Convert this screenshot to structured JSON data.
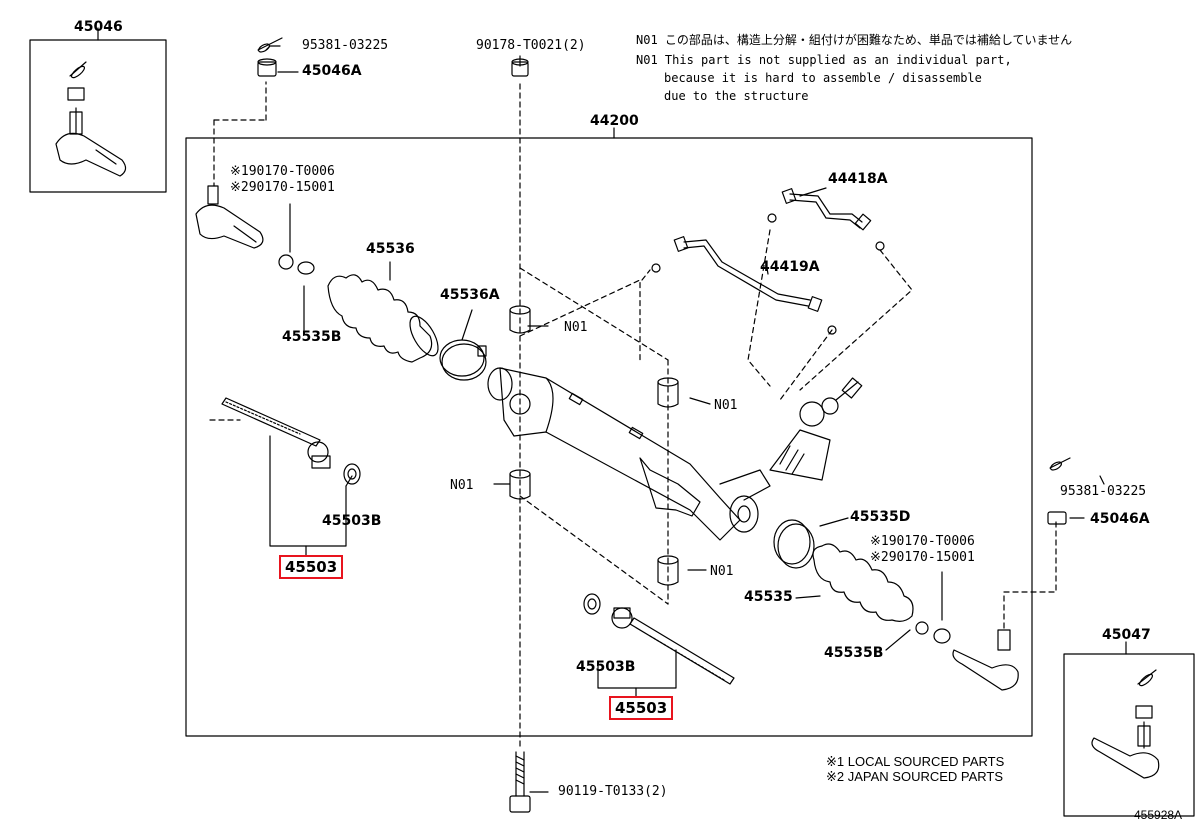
{
  "notes": {
    "n01_jp": "N01 この部品は、構造上分解・組付けが困難なため、単品では補給していません",
    "n01_en_1": "N01 This part is not supplied as an individual part,",
    "n01_en_2": "because it is hard to assemble / disassemble",
    "n01_en_3": "due to the structure"
  },
  "legend": {
    "local": "※1 LOCAL SOURCED PARTS",
    "japan": "※2 JAPAN SOURCED PARTS"
  },
  "figure_id": "455928A",
  "labels": {
    "p45046": "45046",
    "p95381_top": "95381-03225",
    "p45046A_top": "45046A",
    "p90178": "90178-T0021(2)",
    "p44200": "44200",
    "p190170_top": "※190170-T0006",
    "p290170_top": "※290170-15001",
    "p44418A": "44418A",
    "p45536": "45536",
    "p45536A": "45536A",
    "p44419A": "44419A",
    "p45535B_top": "45535B",
    "n01_a": "N01",
    "n01_b": "N01",
    "n01_c": "N01",
    "n01_d": "N01",
    "p45503B_left": "45503B",
    "p45503_left": "45503",
    "p95381_right": "95381-03225",
    "p45046A_right": "45046A",
    "p45535D": "45535D",
    "p190170_right": "※190170-T0006",
    "p290170_right": "※290170-15001",
    "p45535": "45535",
    "p45535B_right": "45535B",
    "p45503B_bottom": "45503B",
    "p45503_bottom": "45503",
    "p45047": "45047",
    "p90119": "90119-T0133(2)"
  }
}
